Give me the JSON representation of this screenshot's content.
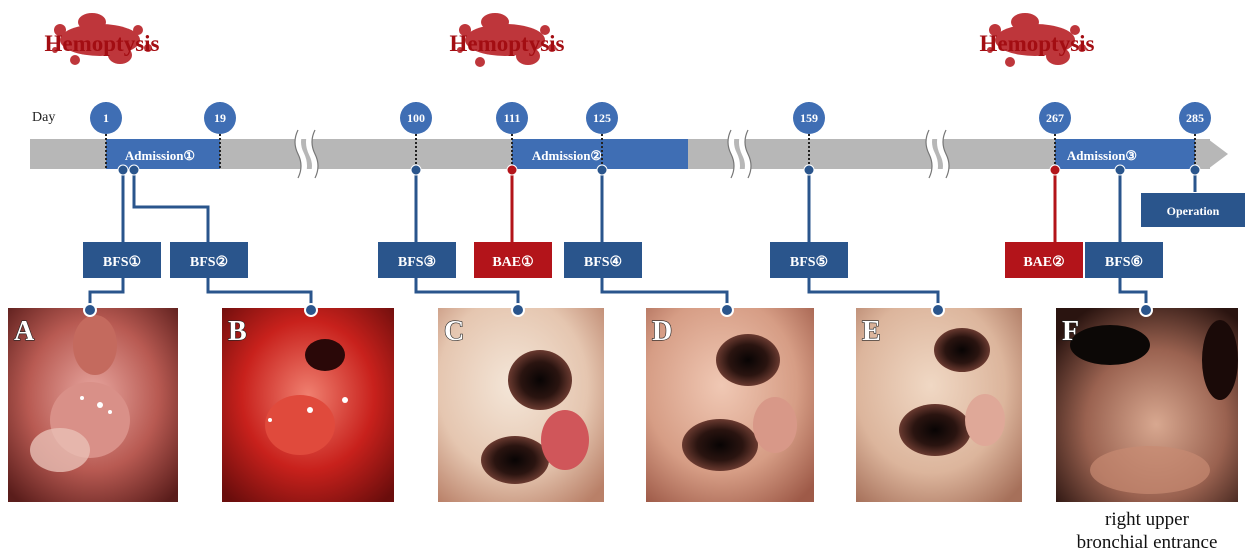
{
  "colors": {
    "blue": "#3f6eb4",
    "dark_blue": "#2a558c",
    "red": "#b3141a",
    "gray": "#b7b7b7",
    "blood": "#a30d12"
  },
  "hemoptysis_label": "Hemoptysis",
  "day_label": "Day",
  "days": [
    "1",
    "19",
    "100",
    "111",
    "125",
    "159",
    "267",
    "285"
  ],
  "admissions": [
    "Admission①",
    "Admission②",
    "Admission③"
  ],
  "procedures": {
    "bfs1": "BFS①",
    "bfs2": "BFS②",
    "bfs3": "BFS③",
    "bae1": "BAE①",
    "bfs4": "BFS④",
    "bfs5": "BFS⑤",
    "bae2": "BAE②",
    "bfs6": "BFS⑥"
  },
  "operation_label": "Operation",
  "panel_letters": [
    "A",
    "B",
    "C",
    "D",
    "E",
    "F"
  ],
  "caption_lines": [
    "right upper",
    "bronchial entrance"
  ]
}
